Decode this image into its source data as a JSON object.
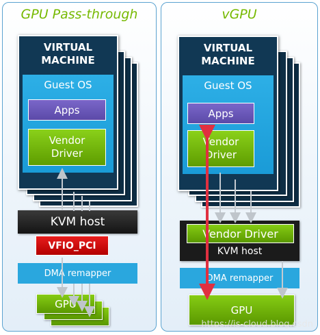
{
  "left": {
    "title": "GPU Pass-through",
    "vm_title": "VIRTUAL MACHINE",
    "guest_os": "Guest OS",
    "apps": "Apps",
    "vendor_driver": "Vendor Driver",
    "kvm_host": "KVM host",
    "vfio": "VFIO_PCI",
    "dma": "DMA remapper",
    "gpu": "GPU"
  },
  "right": {
    "title": "vGPU",
    "vm_title": "VIRTUAL MACHINE",
    "guest_os": "Guest OS",
    "apps": "Apps",
    "vendor_driver": "Vendor Driver",
    "host_vendor_driver": "Vendor Driver",
    "kvm_host": "KVM host",
    "dma": "DMA remapper",
    "gpu": "GPU"
  },
  "watermark": "https://is-cloud.blog.csdn",
  "colors": {
    "title_green": "#76b900",
    "vm_navy": "#113854",
    "guest_blue": "#1a9bd7",
    "apps_purple": "#5b4aa8",
    "driver_green": "#5e9d00",
    "vfio_red": "#d40000",
    "kvm_black": "#141414",
    "arrow_red": "#e03040"
  }
}
